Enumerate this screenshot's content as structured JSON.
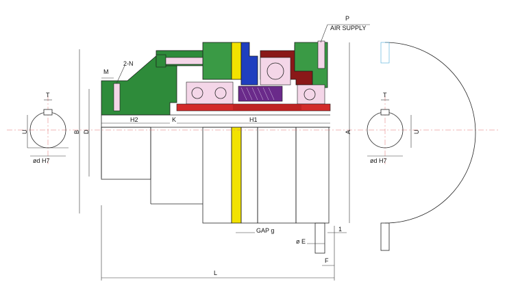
{
  "labels": {
    "p": "P",
    "air_supply": "AIR SUPPLY",
    "m": "M",
    "n": "2-N",
    "h2": "H2",
    "k": "K",
    "h1": "H1",
    "b": "B",
    "d": "D",
    "a": "A",
    "u_left": "U",
    "u_right": "U",
    "t_left": "T",
    "t_right": "T",
    "bore_left": "ød  H7",
    "bore_right": "ød  H7",
    "gap": "GAP g",
    "e": "ø E",
    "one": "1",
    "f": "F",
    "l": "L"
  },
  "colors": {
    "hub_green": "#2e8b3a",
    "flange_green": "#3a9a45",
    "shaft_red": "#d22a2a",
    "piston_blue": "#1f3fbf",
    "friction_yellow": "#f2e200",
    "housing_maroon": "#8a1818",
    "bearing_pink": "#f4d6e8",
    "rotor_purple": "#6a2a8a",
    "centerline": "#e06a6a"
  }
}
